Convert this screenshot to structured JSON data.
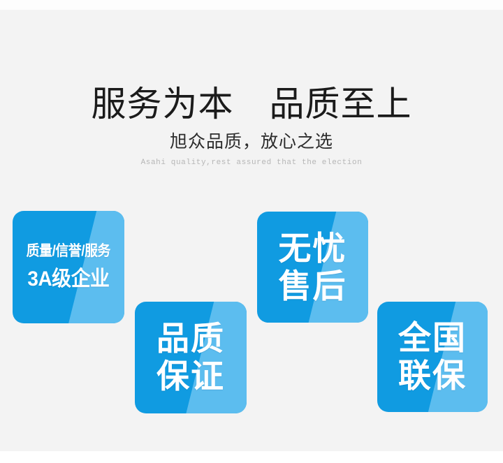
{
  "banner": {
    "background_color": "#f3f3f3",
    "header": {
      "title": "服务为本　品质至上",
      "subtitle_cn": "旭众品质，放心之选",
      "subtitle_en": "Asahi quality,rest assured that the election"
    },
    "badge_colors": {
      "primary": "#109be1",
      "highlight": "#5cbdef",
      "text": "#ffffff"
    },
    "badges": [
      {
        "id": "3a-enterprise",
        "line1": "质量/信誉/服务",
        "line2": "3A级企业"
      },
      {
        "id": "quality-guarantee",
        "line1": "品质",
        "line2": "保证"
      },
      {
        "id": "worry-free-after-sales",
        "line1": "无忧",
        "line2": "售后"
      },
      {
        "id": "nationwide-warranty",
        "line1": "全国",
        "line2": "联保"
      }
    ]
  }
}
